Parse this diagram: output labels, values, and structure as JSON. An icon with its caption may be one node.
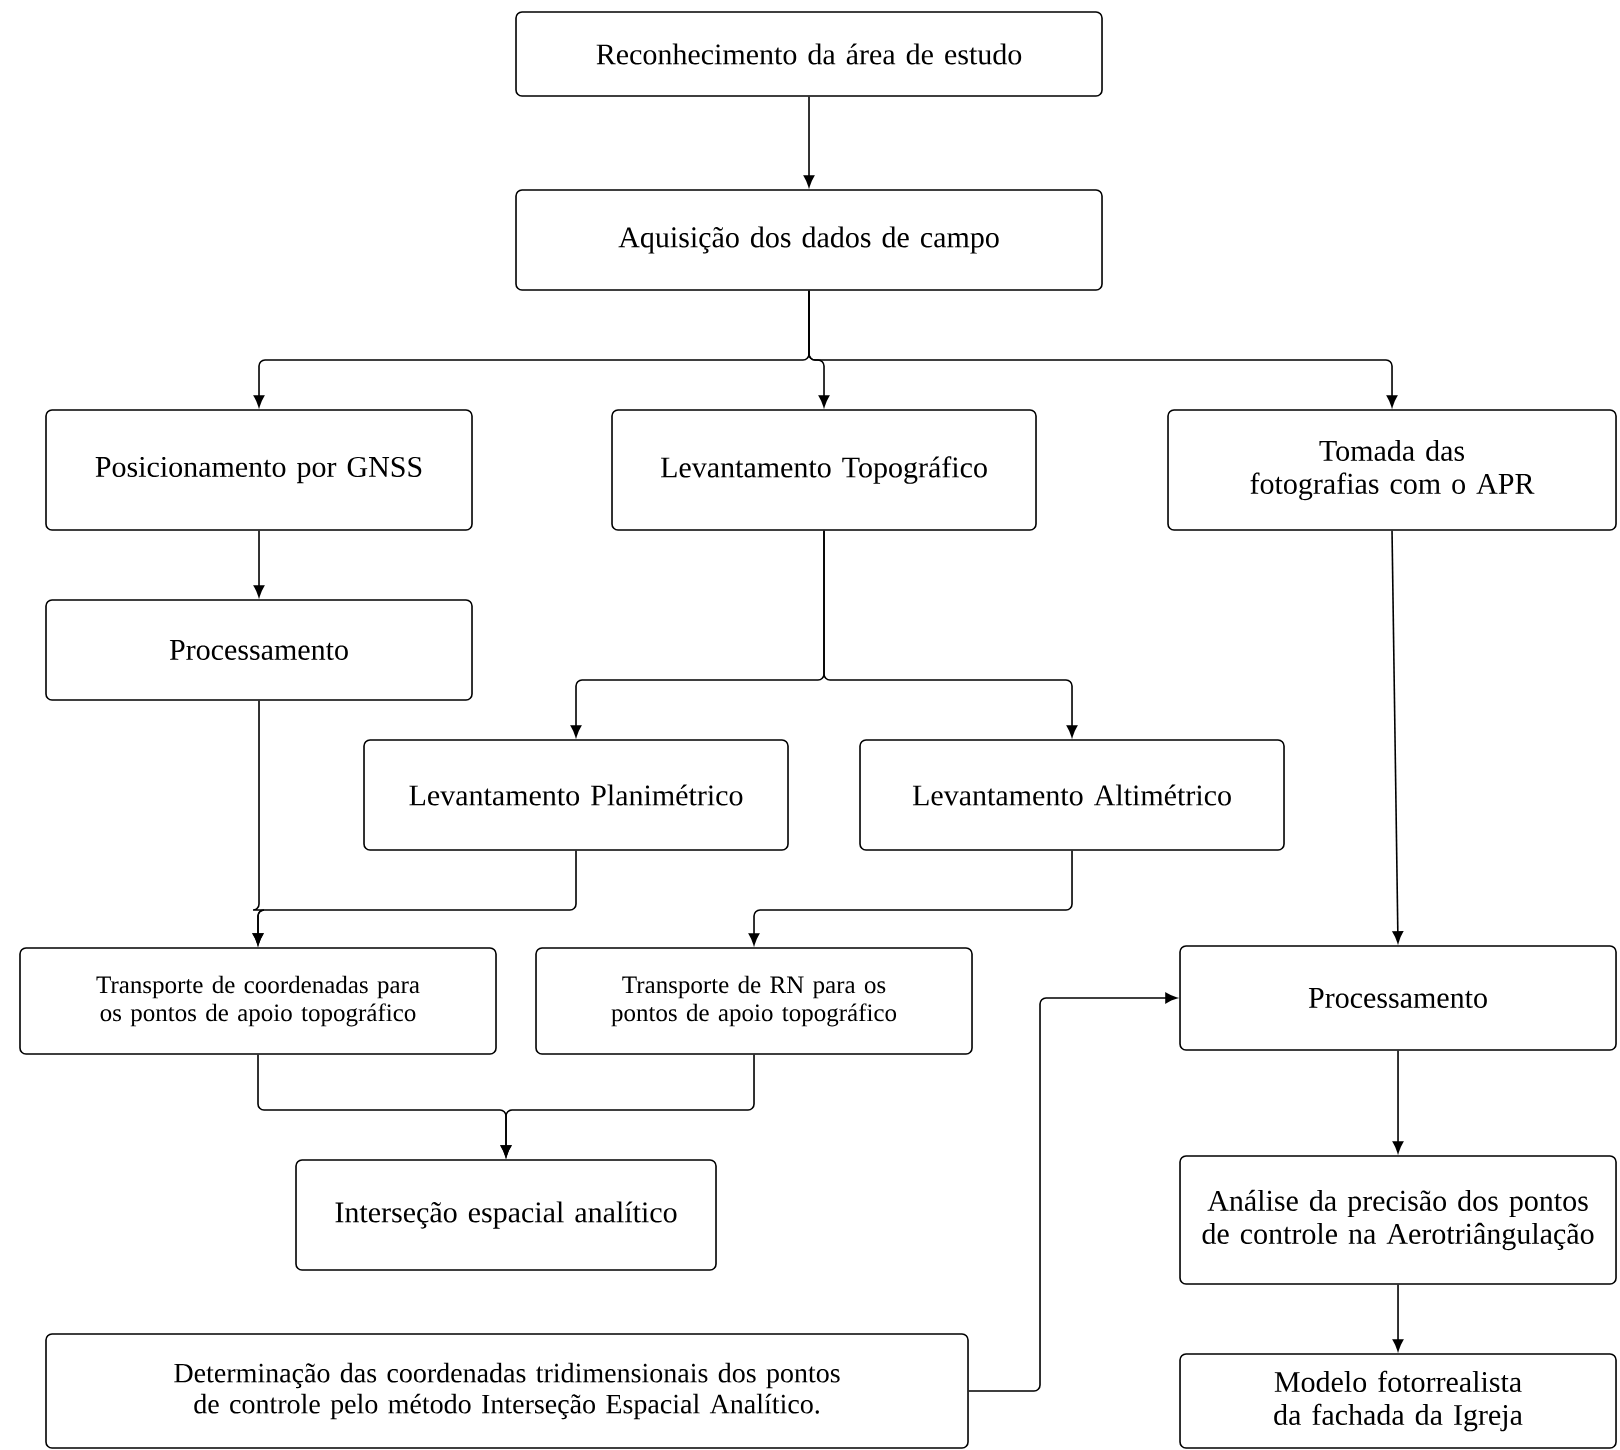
{
  "diagram": {
    "nodes": [
      {
        "text": [
          "Reconhecimento da área de estudo"
        ]
      },
      {
        "text": [
          "Aquisição dos dados de campo"
        ]
      },
      {
        "text": [
          "Posicionamento por GNSS"
        ]
      },
      {
        "text": [
          "Levantamento Topográfico"
        ]
      },
      {
        "text": [
          "Tomada das fotografias com o APR"
        ]
      },
      {
        "text": [
          "Processamento"
        ]
      },
      {
        "text": [
          "Levantamento Planimétrico"
        ]
      },
      {
        "text": [
          "Levantamento Altimétrico"
        ]
      },
      {
        "text": [
          "Transporte de coordenadas para os pontos de apoio topográfico"
        ]
      },
      {
        "text": [
          "Transporte de RN para os pontos de apoio topográfico"
        ]
      },
      {
        "text": [
          "Interseção espacial analítico"
        ]
      },
      {
        "text": [
          "Determinação das coordenadas tridimensionais dos pontos de controle pelo método Interseção Espacial Analítico."
        ]
      },
      {
        "text": [
          "Processamento"
        ]
      },
      {
        "text": [
          "Análise da precisão dos pontos de controle na Aerotriângulação"
        ]
      },
      {
        "text": [
          "Modelo fotorrealista da fachada da Igreja"
        ]
      }
    ],
    "edges": [
      {
        "from": 0,
        "to": 1,
        "arrow": "to"
      },
      {
        "from": 1,
        "to": 2,
        "arrow": "to"
      },
      {
        "from": 1,
        "to": 3,
        "arrow": "to"
      },
      {
        "from": 1,
        "to": 4,
        "arrow": "to"
      },
      {
        "from": 2,
        "to": 5,
        "arrow": "to"
      },
      {
        "from": 3,
        "to": 6,
        "arrow": "to"
      },
      {
        "from": 3,
        "to": 7,
        "arrow": "to"
      },
      {
        "from": 5,
        "to": 8,
        "arrow": "to"
      },
      {
        "from": 6,
        "to": 8,
        "arrow": "to"
      },
      {
        "from": 7,
        "to": 9,
        "arrow": "to"
      },
      {
        "from": 8,
        "to": 10,
        "arrow": "to"
      },
      {
        "from": 9,
        "to": 10,
        "arrow": "to"
      },
      {
        "from": 4,
        "to": 12,
        "arrow": "to"
      },
      {
        "from": 11,
        "to": 12,
        "arrow": "to"
      },
      {
        "from": 12,
        "to": 13,
        "arrow": "to"
      },
      {
        "from": 13,
        "to": 14,
        "arrow": "to"
      }
    ]
  }
}
